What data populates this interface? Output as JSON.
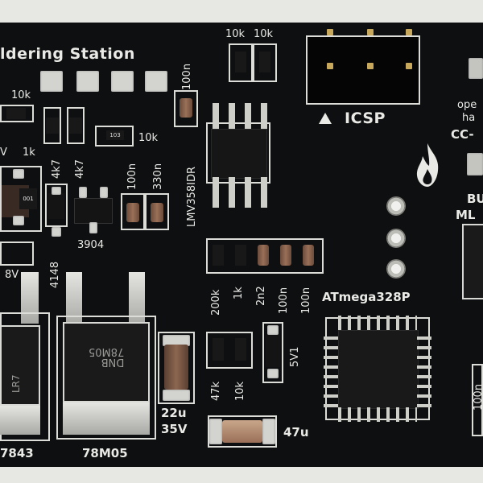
{
  "board": {
    "title": "ldering Station",
    "colors": {
      "pcb": "#0e0f10",
      "silkscreen": "#e9e9e6",
      "copper": "#d3d3cf",
      "background": "#e7e7e4"
    }
  },
  "labels": {
    "r_top_left": "10k",
    "r_top_1": "10k",
    "r_top_2": "10k",
    "r_mid": "10k",
    "c_100n_a": "100n",
    "c_100n_b": "100n",
    "c_330n": "330n",
    "r_4k7_a": "4k7",
    "r_4k7_b": "4k7",
    "r_1k_left": "1k",
    "v_left": "V",
    "opamp": "LMV358IDR",
    "icsp": "ICSP",
    "transistor": "3904",
    "diode": "4148",
    "zener_left": "8V",
    "r_200k": "200k",
    "r_1k": "1k",
    "c_2n2": "2n2",
    "c_100n_c": "100n",
    "c_100n_d": "100n",
    "mcu": "ATmega328P",
    "zener": "5V1",
    "r_47k": "47k",
    "r_10k_b": "10k",
    "cap_22u": "22u",
    "cap_35v": "35V",
    "cap_47u": "47u",
    "reg1": "7843",
    "reg2": "78M05",
    "right_1": "ope",
    "right_2": "ha",
    "right_3": "CC-",
    "right_4": "BU",
    "right_5": "ML",
    "right_6": "100n",
    "reg2_marking": "DNB\n78M05",
    "reg1_marking": "LR7",
    "res_code": "103",
    "res_001": "001"
  }
}
